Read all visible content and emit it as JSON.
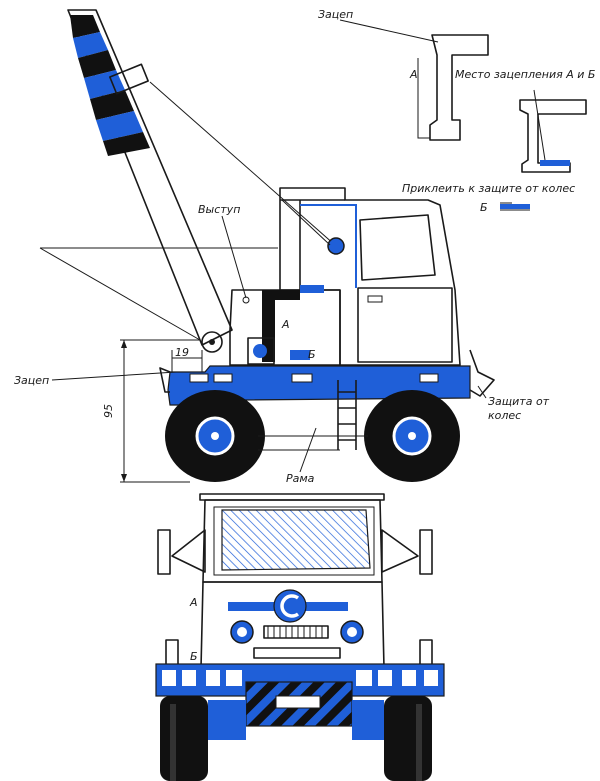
{
  "labels": {
    "zatsep_top": "Зацеп",
    "point_a_top": "А",
    "mesto_zatsepleniya": "Место зацепления А и Б",
    "prikleit": "Приклеить к защите от колес",
    "point_b_top": "Б",
    "vystup": "Выступ",
    "point_a_side": "А",
    "point_b_side": "Б",
    "dim_19": "19",
    "zatsep_left": "Зацеп",
    "dim_95": "95",
    "zashchita_line1": "Защита от",
    "zashchita_line2": "колес",
    "rama": "Рама",
    "point_a_front": "А",
    "point_b_front": "Б"
  },
  "colors": {
    "accent_blue": "#1f5fd8",
    "ink": "#1a1a1a",
    "tire": "#111111",
    "paper": "#ffffff"
  }
}
